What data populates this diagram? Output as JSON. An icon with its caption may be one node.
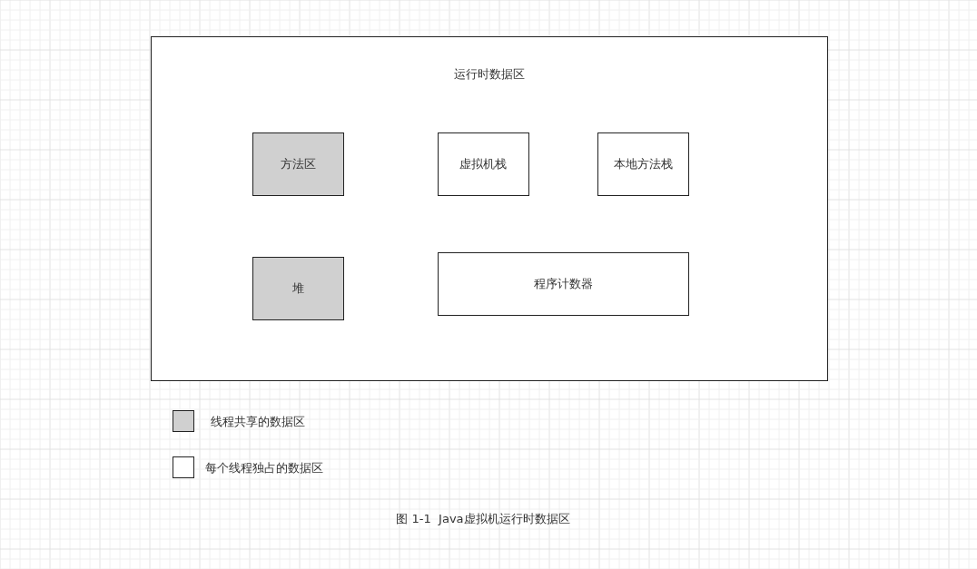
{
  "diagram": {
    "caption": "图 1-1  Java虚拟机运行时数据区",
    "nodes": [
      {
        "text": [
          "运行时数据区"
        ]
      },
      {
        "text": [
          "方法区"
        ],
        "in": 0
      },
      {
        "text": [
          "虚拟机栈"
        ],
        "in": 0
      },
      {
        "text": [
          "本地方法栈"
        ],
        "in": 0
      },
      {
        "text": [
          "堆"
        ],
        "in": 0
      },
      {
        "text": [
          "程序计数器"
        ],
        "in": 0
      }
    ],
    "legend": [
      {
        "text": "线程共享的数据区",
        "color": "#d0d0d0"
      },
      {
        "text": "每个线程独占的数据区",
        "color": "#ffffff"
      }
    ]
  }
}
